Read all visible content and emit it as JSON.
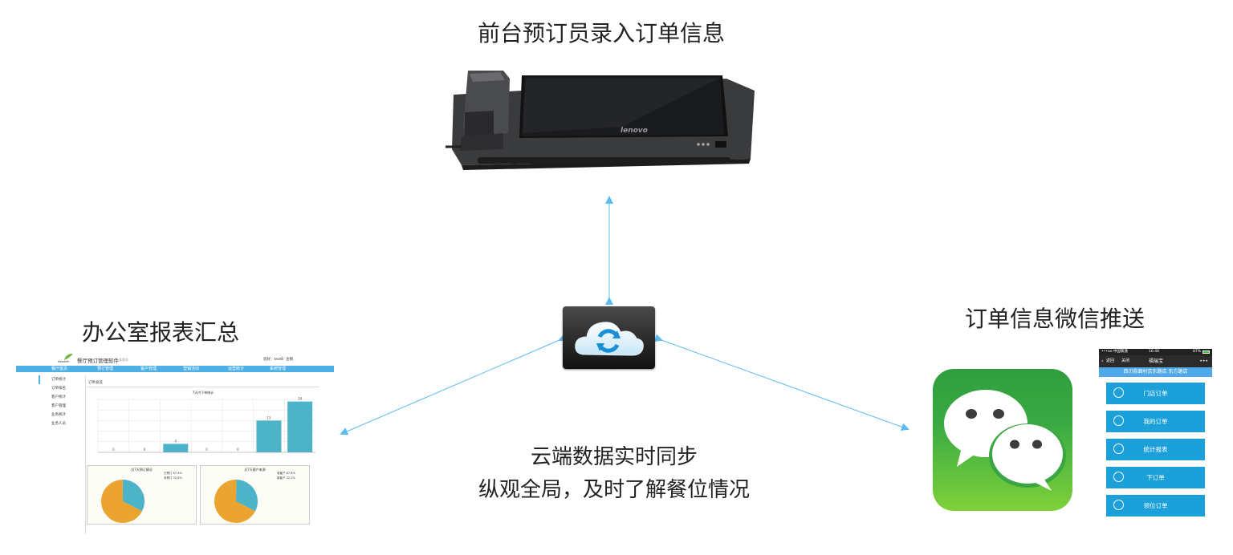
{
  "captions": {
    "top": "前台预订员录入订单信息",
    "left": "办公室报表汇总",
    "right": "订单信息微信推送",
    "center_line1": "云端数据实时同步",
    "center_line2": "纵观全局，及时了解餐位情况"
  },
  "device": {
    "brand": "lenovo"
  },
  "office": {
    "brand": "Needleh",
    "app_title": "餐厅预订管理软件",
    "edition": "标准版本",
    "user": "您好：test8",
    "logout": "注销",
    "nav": [
      "餐厅首页",
      "预订管理",
      "客户管理",
      "营销活动",
      "运营统计",
      "系统管理"
    ],
    "side": [
      "订单统计",
      "订单排名",
      "客户统计",
      "客户管理",
      "业务统计",
      "业务人员"
    ],
    "content_title": "订单总览",
    "bar_chart": {
      "title": "7天内下单统计",
      "values": [
        0,
        0,
        4,
        0,
        0,
        15,
        24
      ],
      "ylim": [
        0,
        25
      ]
    },
    "pie1": {
      "title": "近7天预订情况",
      "legend": [
        "已预订 67.4%",
        "未预订 32.6%"
      ],
      "values": [
        67.4,
        32.6
      ]
    },
    "pie2": {
      "title": "近7天客户来源",
      "legend": [
        "老客户 67.8%",
        "新客户 32.2%"
      ],
      "values": [
        67.8,
        32.2
      ]
    }
  },
  "phone": {
    "status_left": "•••oo 中国联通",
    "status_time": "16:48",
    "status_right": "87%",
    "back": "返回",
    "close": "关闭",
    "title": "福瑞宝",
    "more": "•••",
    "address": "西贝莜面村京东路店 东方路店",
    "buttons": [
      "门店订单",
      "我的订单",
      "统计报表",
      "下订单",
      "领位订单"
    ]
  },
  "colors": {
    "arrow": "#5bbcf0",
    "bar": "#4db3c9",
    "pie_orange": "#eba430",
    "pie_teal": "#4db3c9",
    "nav_blue": "#4fb0e6",
    "menu_blue": "#1ca0d9"
  }
}
